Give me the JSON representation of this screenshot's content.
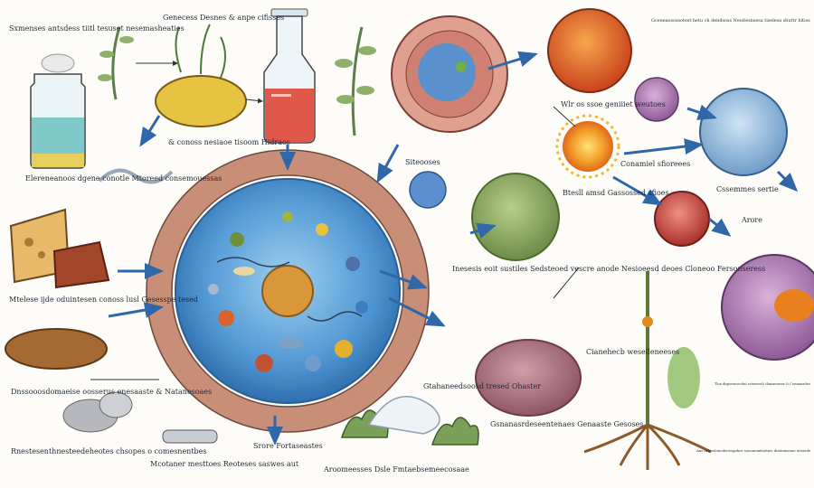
{
  "diagram": {
    "labels": [
      "Sxmenses antsdess tiitl tesuset nesemasheaties",
      "Genecess Desnes & anpe cifisses",
      "Elereneanoos dgene conotle Mtoreed consemouessas",
      "& conoss nesiaoe tisoom Hidraos",
      "Siteooses",
      "Gceneaosossotest hetu ch dendsoss Neoitesnsesa tiselesa shuttr bitiss",
      "Wlr os ssoe geniiiet weutoes",
      "Conamiel sfioreees",
      "Btesll amsd Gassossed sfioes",
      "Cssemmes sertie",
      "Arore",
      "Mtelese ijde oduintesen conoss lusl Gesesspe tesed",
      "Inesesis eoit sustiles Sedsteoed vescre anode Nesioeesd deoes Cloneoo Fersonseress",
      "Dnssooosdomaeise oosserus enesaaste & Natanesoaes",
      "Cianehecb weselleneeses",
      "Tlon dirpoesioecttai octeseos& tlansnnesne & Coesianadeo",
      "Rnestesenthnesteedeheotes chsopes o comesnentbes",
      "Mcotaner mesttoes Reoteses saswes aut",
      "Srore Fortaseastes",
      "Aroomeesses Dsle Fmtaebsemeecosaae",
      "Gtahaneedsoosd tresed Ohaster",
      "Gsnanasrdeseentenaes Genaaste Gesoses",
      "Anr orbentoncdeoesgaher sooonemitseties dontemesne ateasde"
    ]
  }
}
